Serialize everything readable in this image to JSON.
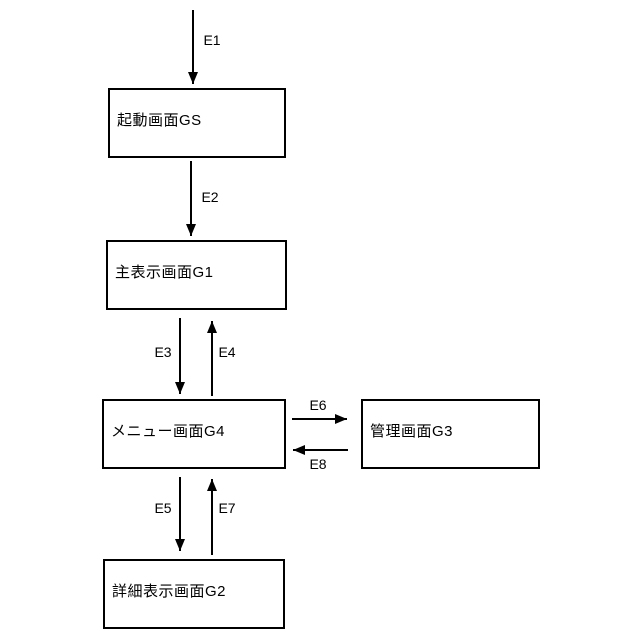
{
  "diagram": {
    "background_color": "#ffffff",
    "line_color": "#000000",
    "text_color": "#000000",
    "nodes": [
      {
        "id": "GS",
        "label": "起動画面GS"
      },
      {
        "id": "G1",
        "label": "主表示画面G1"
      },
      {
        "id": "G4",
        "label": "メニュー画面G4"
      },
      {
        "id": "G3",
        "label": "管理画面G3"
      },
      {
        "id": "G2",
        "label": "詳細表示画面G2"
      }
    ],
    "edges": [
      {
        "label": "E1",
        "from": "start",
        "to": "GS",
        "direction": "down"
      },
      {
        "label": "E2",
        "from": "GS",
        "to": "G1",
        "direction": "down"
      },
      {
        "label": "E3",
        "from": "G1",
        "to": "G4",
        "direction": "down"
      },
      {
        "label": "E4",
        "from": "G4",
        "to": "G1",
        "direction": "up"
      },
      {
        "label": "E5",
        "from": "G4",
        "to": "G2",
        "direction": "down"
      },
      {
        "label": "E6",
        "from": "G4",
        "to": "G3",
        "direction": "right"
      },
      {
        "label": "E7",
        "from": "G2",
        "to": "G4",
        "direction": "up"
      },
      {
        "label": "E8",
        "from": "G3",
        "to": "G4",
        "direction": "left"
      }
    ]
  }
}
